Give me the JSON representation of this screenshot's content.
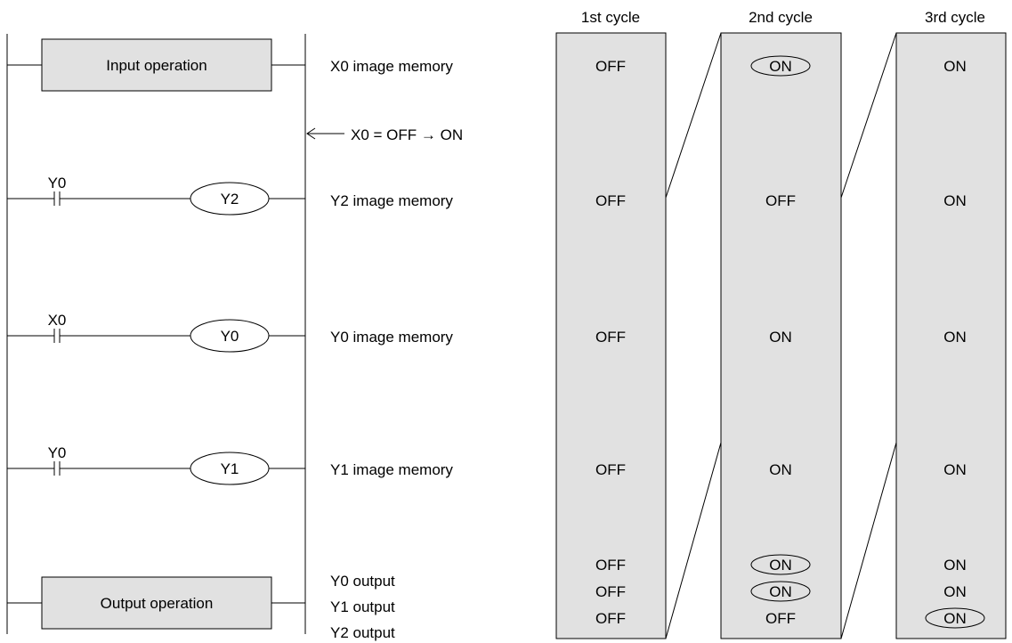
{
  "cycles": [
    "1st cycle",
    "2nd cycle",
    "3rd cycle"
  ],
  "ladder": {
    "input_block": "Input operation",
    "output_block": "Output operation",
    "rungs": [
      {
        "contact": "Y0",
        "coil": "Y2"
      },
      {
        "contact": "X0",
        "coil": "Y0"
      },
      {
        "contact": "Y0",
        "coil": "Y1"
      }
    ]
  },
  "transition_note": "X0 = OFF → ON",
  "memory_labels": {
    "x0": "X0 image memory",
    "y2": "Y2 image memory",
    "y0": "Y0 image memory",
    "y1": "Y1 image memory"
  },
  "output_labels": [
    "Y0 output",
    "Y1 output",
    "Y2 output"
  ],
  "states": {
    "x0": [
      "OFF",
      "ON",
      "ON"
    ],
    "y2": [
      "OFF",
      "OFF",
      "ON"
    ],
    "y0": [
      "OFF",
      "ON",
      "ON"
    ],
    "y1": [
      "OFF",
      "ON",
      "ON"
    ]
  },
  "outputs": [
    [
      "OFF",
      "ON",
      "ON"
    ],
    [
      "OFF",
      "ON",
      "ON"
    ],
    [
      "OFF",
      "OFF",
      "ON"
    ]
  ],
  "colors": {
    "cycle_fill": "#e1e1e1",
    "block_fill": "#e1e1e1",
    "line": "#000000"
  }
}
